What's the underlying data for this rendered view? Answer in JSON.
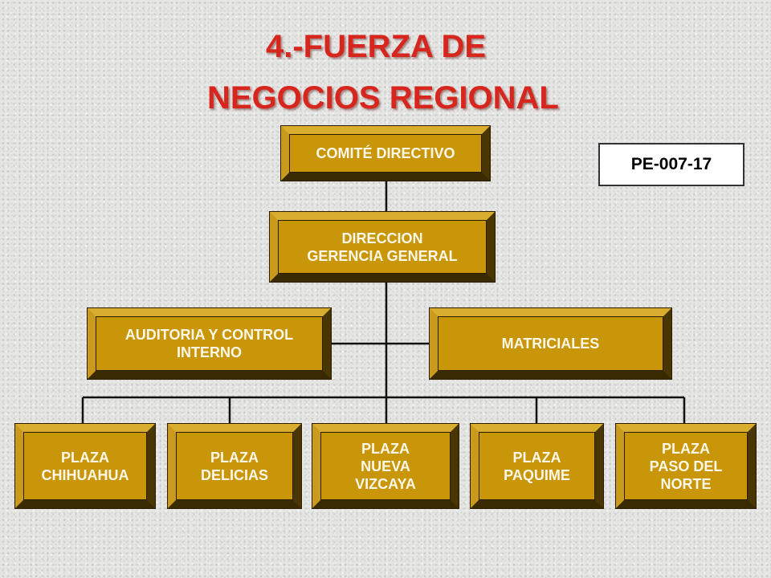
{
  "title": {
    "line1": "4.-FUERZA DE",
    "line2": "NEGOCIOS REGIONAL"
  },
  "code": "PE-007-17",
  "colors": {
    "title": "#d7261e",
    "box_face": "#c9960a",
    "box_text": "#fff8e8",
    "connector": "#111111"
  },
  "nodes": {
    "comite": "COMITÉ DIRECTIVO",
    "direccion": "DIRECCION\nGERENCIA GENERAL",
    "auditoria": "AUDITORIA Y CONTROL\nINTERNO",
    "matriciales": "MATRICIALES",
    "chihuahua": "PLAZA\nCHIHUAHUA",
    "delicias": "PLAZA\nDELICIAS",
    "nueva_vizcaya": "PLAZA\nNUEVA\nVIZCAYA",
    "paquime": "PLAZA\nPAQUIME",
    "paso_del_norte": "PLAZA\nPASO DEL\nNORTE"
  }
}
